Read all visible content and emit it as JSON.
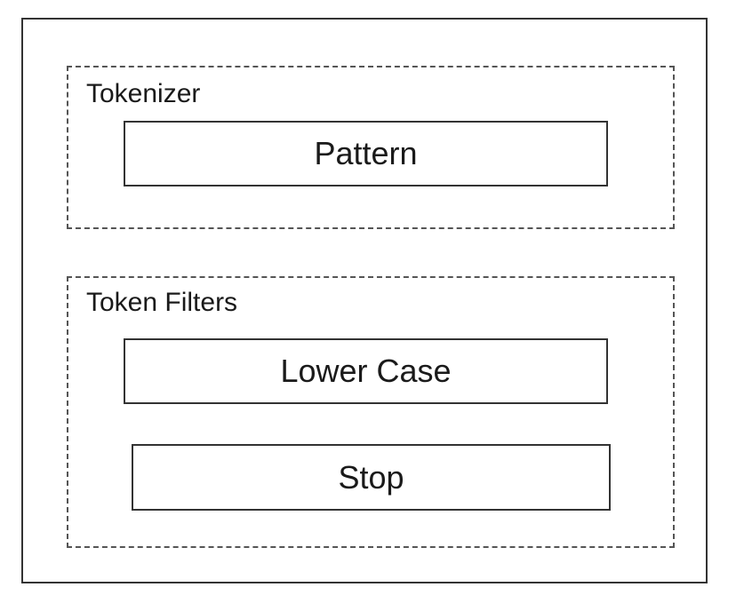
{
  "tokenizer": {
    "label": "Tokenizer",
    "components": [
      "Pattern"
    ]
  },
  "token_filters": {
    "label": "Token Filters",
    "components": [
      "Lower Case",
      "Stop"
    ]
  }
}
